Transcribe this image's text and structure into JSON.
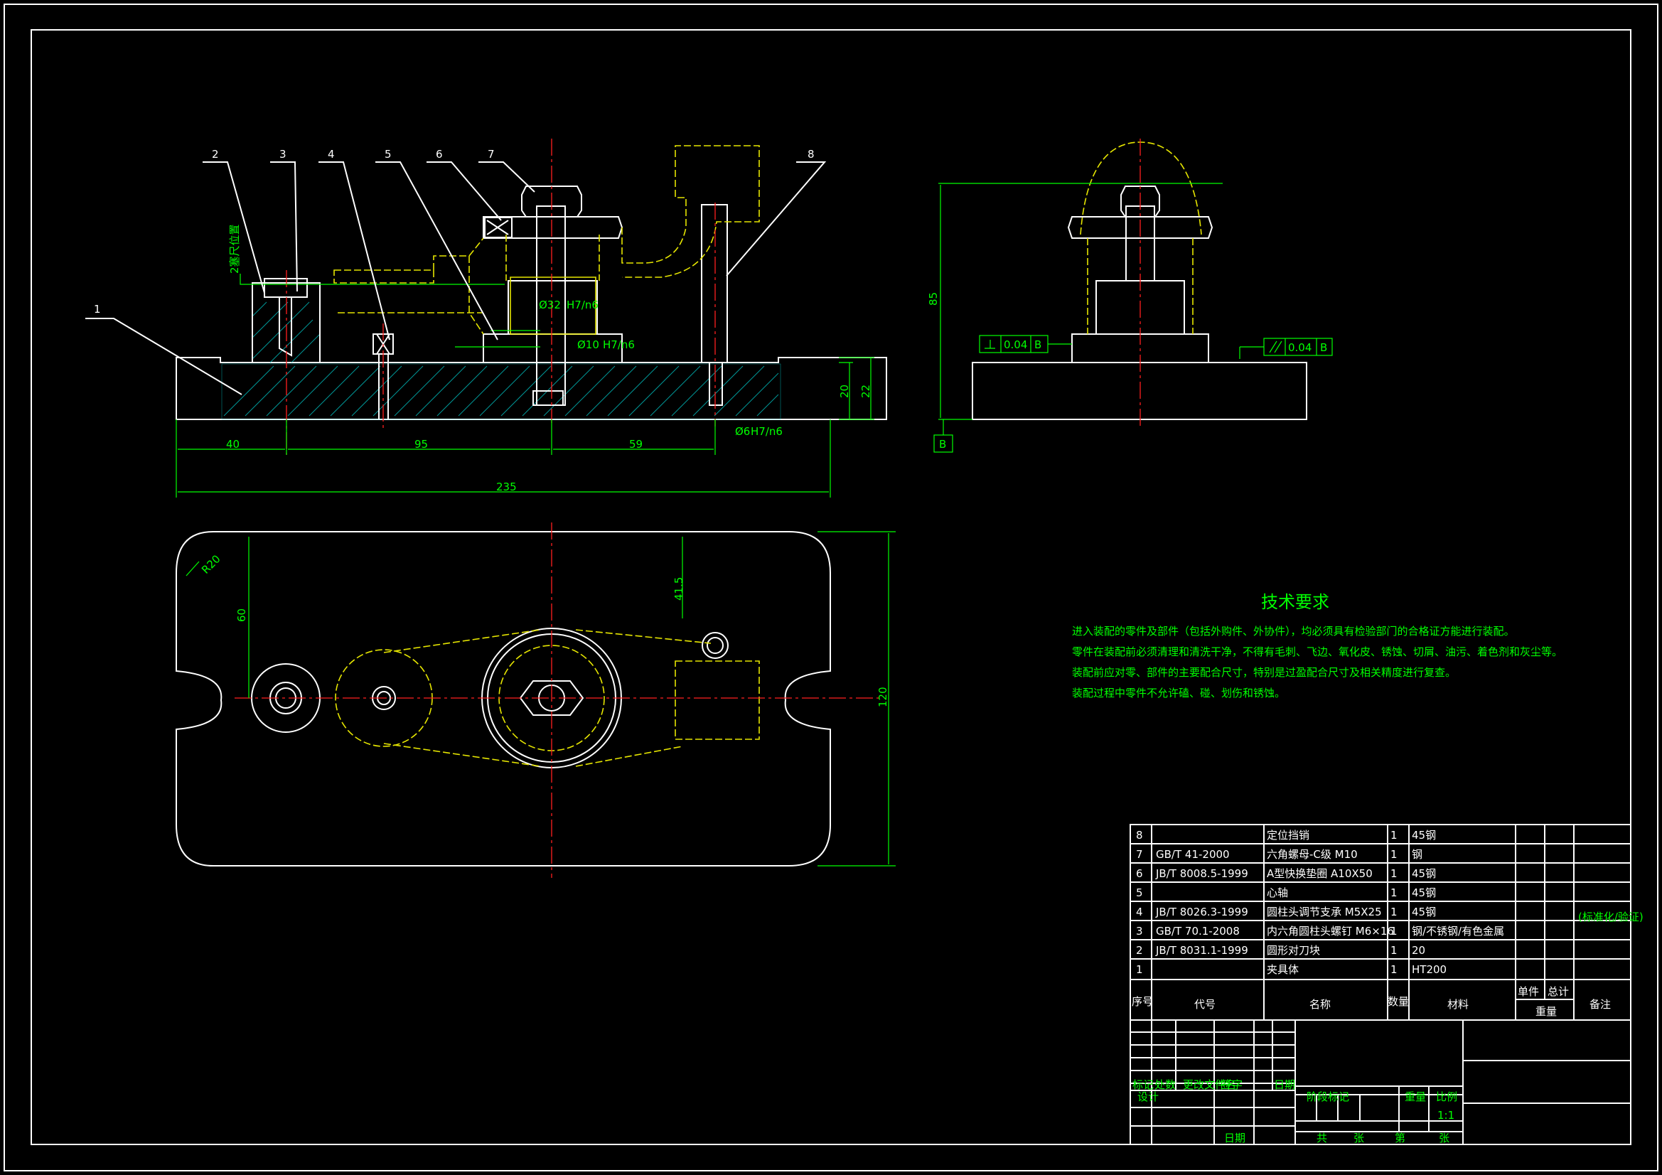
{
  "front_view": {
    "balloons": [
      "1",
      "2",
      "3",
      "4",
      "5",
      "6",
      "7",
      "8"
    ],
    "dims": {
      "d40": "40",
      "d95": "95",
      "d59": "59",
      "d235": "235",
      "d20": "20",
      "d22": "22",
      "d32": "Ø32",
      "d32_fit": "H7/n6",
      "d10": "Ø10",
      "d10_fit": "H7/n6",
      "d6": "Ø6",
      "d6_fit": "H7/n6",
      "note": "2塞尺位置"
    }
  },
  "side_view": {
    "d85": "85",
    "datum": "B",
    "tol_perp": "0.04",
    "tol_para": "0.04"
  },
  "top_view": {
    "r20": "R20",
    "d60": "60",
    "d41_5": "41.5",
    "d120": "120"
  },
  "tech": {
    "title": "技术要求",
    "lines": [
      "进入装配的零件及部件（包括外购件、外协件），均必须具有检验部门的合格证方能进行装配。",
      "零件在装配前必须清理和清洗干净，不得有毛刺、飞边、氧化皮、锈蚀、切屑、油污、着色剂和灰尘等。",
      "装配前应对零、部件的主要配合尺寸，特别是过盈配合尺寸及相关精度进行复查。",
      "装配过程中零件不允许磕、碰、划伤和锈蚀。"
    ]
  },
  "bom": {
    "rows": [
      {
        "no": "8",
        "code": "",
        "name": "定位挡销",
        "qty": "1",
        "mat": "45钢"
      },
      {
        "no": "7",
        "code": "GB/T 41-2000",
        "name": "六角螺母-C级 M10",
        "qty": "1",
        "mat": "钢"
      },
      {
        "no": "6",
        "code": "JB/T 8008.5-1999",
        "name": "A型快换垫圈 A10X50",
        "qty": "1",
        "mat": "45钢"
      },
      {
        "no": "5",
        "code": "",
        "name": "心轴",
        "qty": "1",
        "mat": "45钢"
      },
      {
        "no": "4",
        "code": "JB/T 8026.3-1999",
        "name": "圆柱头调节支承 M5X25",
        "qty": "1",
        "mat": "45钢"
      },
      {
        "no": "3",
        "code": "GB/T 70.1-2008",
        "name": "内六角圆柱头螺钉 M6×16",
        "qty": "1",
        "mat": "钢/不锈钢/有色金属"
      },
      {
        "no": "2",
        "code": "JB/T 8031.1-1999",
        "name": "圆形对刀块",
        "qty": "1",
        "mat": "20"
      },
      {
        "no": "1",
        "code": "",
        "name": "夹具体",
        "qty": "1",
        "mat": "HT200"
      }
    ],
    "side_note": "(标准化/验证)",
    "header": {
      "no": "序号",
      "code": "代号",
      "name": "名称",
      "qty": "数量",
      "mat": "材料",
      "unit": "单件",
      "total": "总计",
      "weight": "重量",
      "remark": "备注"
    }
  },
  "title_block": {
    "mark": "标记",
    "count": "处数",
    "doc": "更改文件名",
    "sign": "签字",
    "date": "日期",
    "design": "设计",
    "stage": "阶段标记",
    "weight": "重量",
    "scale": "比例",
    "scale_val": "1:1",
    "total_sheets": "共",
    "sheet": "张",
    "page": "第",
    "page2": "张",
    "date2": "日期"
  }
}
